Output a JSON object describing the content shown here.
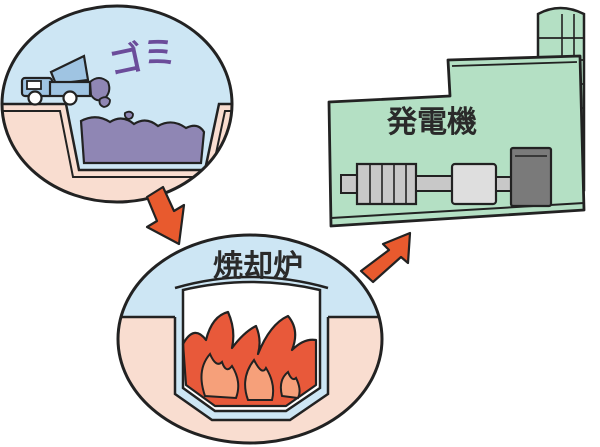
{
  "labels": {
    "garbage": "ゴミ",
    "incinerator": "焼却炉",
    "generator": "発電機"
  },
  "colors": {
    "sky": "#cde6f4",
    "ground": "#f9ddd0",
    "garbage": "#8f86b4",
    "truck": "#9fc4e2",
    "flame_outer": "#e8593a",
    "flame_inner": "#f6a07a",
    "building": "#b4e0c4",
    "arrow": "#e85a2e",
    "machine_gray": "#c8c8c8"
  },
  "stages": [
    {
      "name": "garbage",
      "icon": "dump-truck-icon"
    },
    {
      "name": "incinerator",
      "icon": "flame-icon"
    },
    {
      "name": "generator",
      "icon": "turbine-icon"
    }
  ]
}
